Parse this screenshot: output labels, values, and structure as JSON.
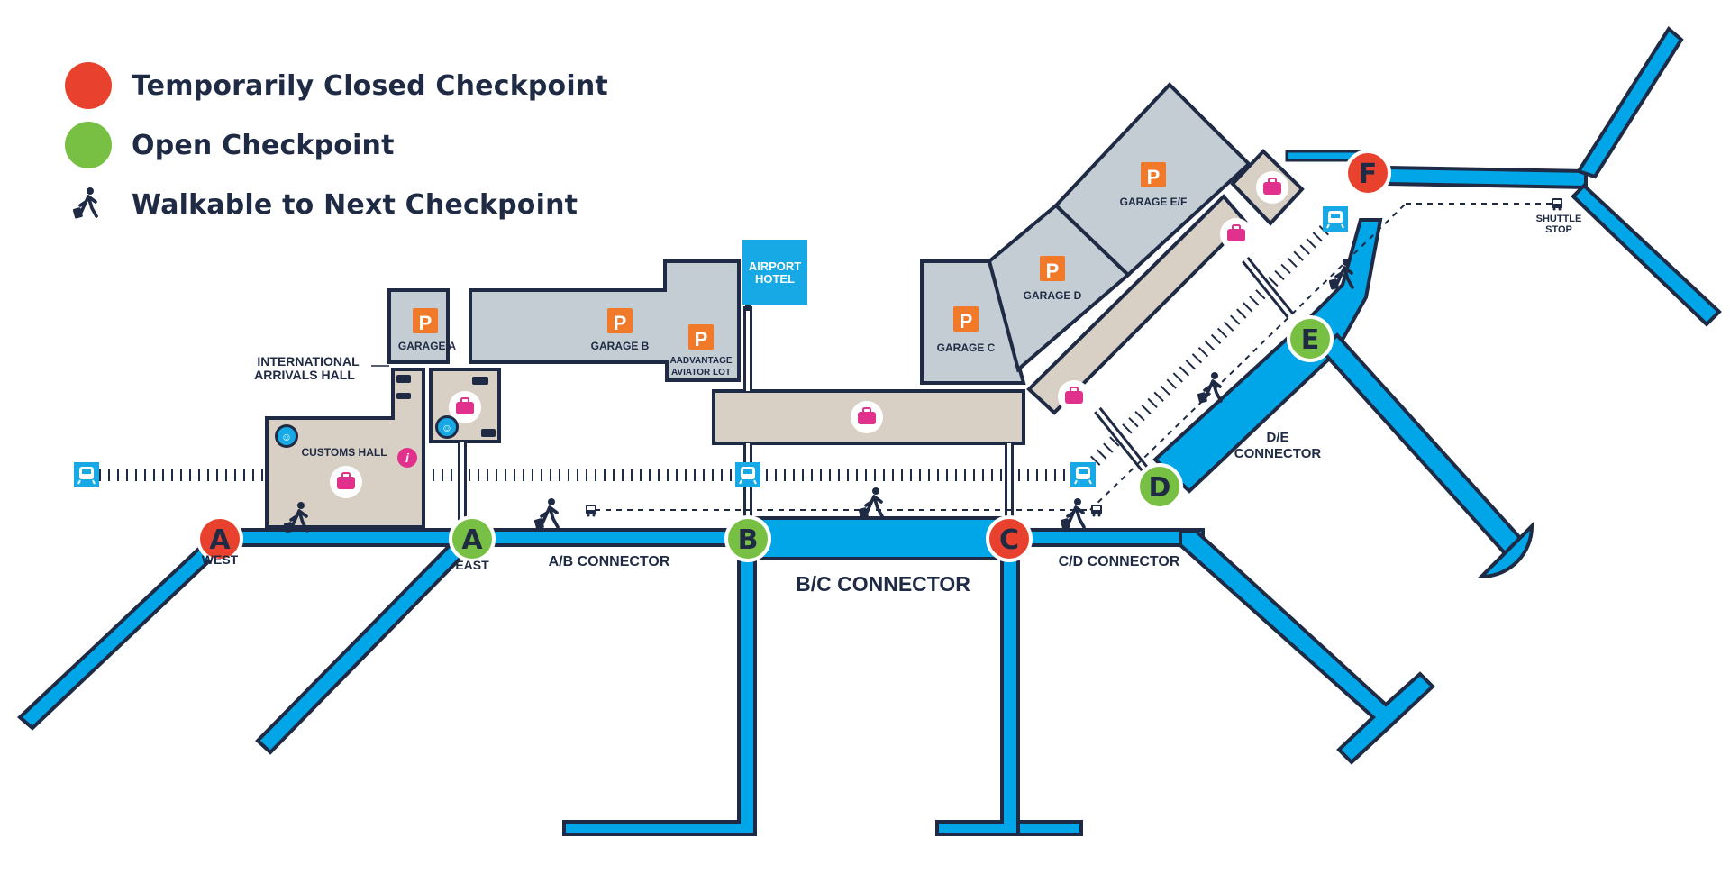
{
  "colors": {
    "terminal": "#00a6e8",
    "outline": "#1f2a44",
    "garage_fill": "#c4cdd3",
    "building_fill": "#d9d0c5",
    "closed": "#e8422f",
    "open": "#78c043",
    "parking": "#f07a2a",
    "baggage": "#e0318d",
    "hotel": "#16a9e6"
  },
  "legend": {
    "closed": "Temporarily Closed Checkpoint",
    "open": "Open Checkpoint",
    "walk": "Walkable to Next Checkpoint"
  },
  "checkpoints": [
    {
      "id": "A-west",
      "letter": "A",
      "status": "closed",
      "sub": "WEST"
    },
    {
      "id": "A-east",
      "letter": "A",
      "status": "open",
      "sub": "EAST"
    },
    {
      "id": "B",
      "letter": "B",
      "status": "open",
      "sub": ""
    },
    {
      "id": "C",
      "letter": "C",
      "status": "closed",
      "sub": ""
    },
    {
      "id": "D",
      "letter": "D",
      "status": "open",
      "sub": ""
    },
    {
      "id": "E",
      "letter": "E",
      "status": "open",
      "sub": ""
    },
    {
      "id": "F",
      "letter": "F",
      "status": "closed",
      "sub": ""
    }
  ],
  "connectors": {
    "ab": "A/B CONNECTOR",
    "bc": "B/C CONNECTOR",
    "cd": "C/D CONNECTOR",
    "de_1": "D/E",
    "de_2": "CONNECTOR"
  },
  "garages": {
    "a": "GARAGE A",
    "b": "GARAGE B",
    "c": "GARAGE C",
    "d": "GARAGE D",
    "ef": "GARAGE E/F",
    "aviator_1": "AADVANTAGE",
    "aviator_2": "AVIATOR LOT"
  },
  "places": {
    "intl_1": "INTERNATIONAL",
    "intl_2": "ARRIVALS HALL",
    "customs": "CUSTOMS HALL",
    "hotel_1": "AIRPORT",
    "hotel_2": "HOTEL",
    "shuttle_1": "SHUTTLE",
    "shuttle_2": "STOP"
  },
  "icons": {
    "parking": "P",
    "info": "i"
  }
}
